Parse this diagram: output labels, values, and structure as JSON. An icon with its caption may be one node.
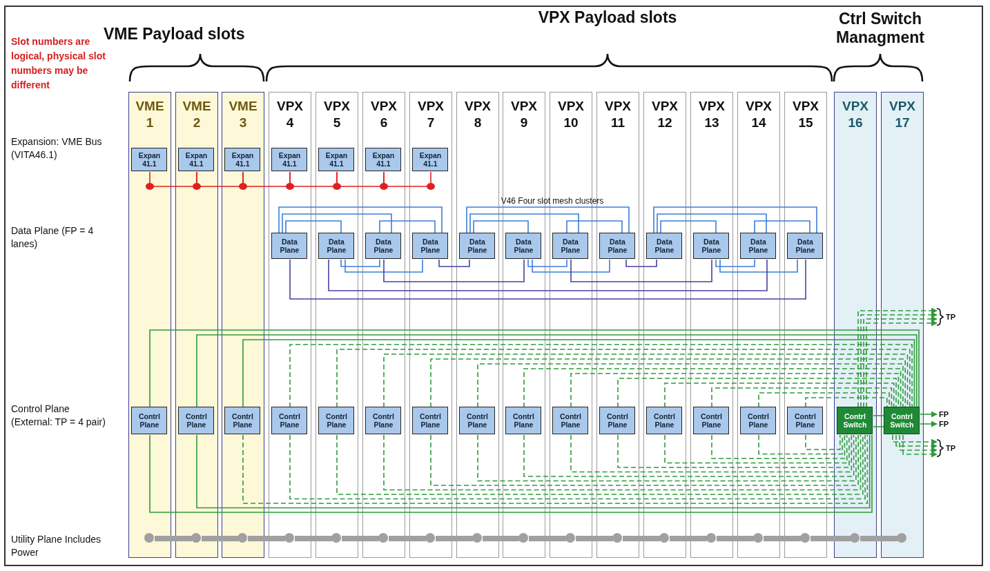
{
  "diagram": {
    "nodes": [
      {
        "text": [
          "VME 1"
        ]
      },
      {
        "text": [
          "VME 2"
        ]
      },
      {
        "text": [
          "VME 3"
        ]
      },
      {
        "text": [
          "VPX 4"
        ]
      },
      {
        "text": [
          "VPX 5"
        ]
      },
      {
        "text": [
          "VPX 6"
        ]
      },
      {
        "text": [
          "VPX 7"
        ]
      },
      {
        "text": [
          "VPX 8"
        ]
      },
      {
        "text": [
          "VPX 9"
        ]
      },
      {
        "text": [
          "VPX 10"
        ]
      },
      {
        "text": [
          "VPX 11"
        ]
      },
      {
        "text": [
          "VPX 12"
        ]
      },
      {
        "text": [
          "VPX 13"
        ]
      },
      {
        "text": [
          "VPX 14"
        ]
      },
      {
        "text": [
          "VPX 15"
        ]
      },
      {
        "text": [
          "VPX 16"
        ]
      },
      {
        "text": [
          "VPX 17"
        ]
      },
      {
        "text": [
          "Expan 41.1"
        ],
        "in": 0
      },
      {
        "text": [
          "Expan 41.1"
        ],
        "in": 1
      },
      {
        "text": [
          "Expan 41.1"
        ],
        "in": 2
      },
      {
        "text": [
          "Expan 41.1"
        ],
        "in": 3
      },
      {
        "text": [
          "Expan 41.1"
        ],
        "in": 4
      },
      {
        "text": [
          "Expan 41.1"
        ],
        "in": 5
      },
      {
        "text": [
          "Expan 41.1"
        ],
        "in": 6
      },
      {
        "text": [
          "Data Plane"
        ],
        "in": 3
      },
      {
        "text": [
          "Data Plane"
        ],
        "in": 4
      },
      {
        "text": [
          "Data Plane"
        ],
        "in": 5
      },
      {
        "text": [
          "Data Plane"
        ],
        "in": 6
      },
      {
        "text": [
          "Data Plane"
        ],
        "in": 7
      },
      {
        "text": [
          "Data Plane"
        ],
        "in": 8
      },
      {
        "text": [
          "Data Plane"
        ],
        "in": 9
      },
      {
        "text": [
          "Data Plane"
        ],
        "in": 10
      },
      {
        "text": [
          "Data Plane"
        ],
        "in": 11
      },
      {
        "text": [
          "Data Plane"
        ],
        "in": 12
      },
      {
        "text": [
          "Data Plane"
        ],
        "in": 13
      },
      {
        "text": [
          "Data Plane"
        ],
        "in": 14
      },
      {
        "text": [
          "Contrl Plane"
        ],
        "in": 0
      },
      {
        "text": [
          "Contrl Plane"
        ],
        "in": 1
      },
      {
        "text": [
          "Contrl Plane"
        ],
        "in": 2
      },
      {
        "text": [
          "Contrl Plane"
        ],
        "in": 3
      },
      {
        "text": [
          "Contrl Plane"
        ],
        "in": 4
      },
      {
        "text": [
          "Contrl Plane"
        ],
        "in": 5
      },
      {
        "text": [
          "Contrl Plane"
        ],
        "in": 6
      },
      {
        "text": [
          "Contrl Plane"
        ],
        "in": 7
      },
      {
        "text": [
          "Contrl Plane"
        ],
        "in": 8
      },
      {
        "text": [
          "Contrl Plane"
        ],
        "in": 9
      },
      {
        "text": [
          "Contrl Plane"
        ],
        "in": 10
      },
      {
        "text": [
          "Contrl Plane"
        ],
        "in": 11
      },
      {
        "text": [
          "Contrl Plane"
        ],
        "in": 12
      },
      {
        "text": [
          "Contrl Plane"
        ],
        "in": 13
      },
      {
        "text": [
          "Contrl Plane"
        ],
        "in": 14
      },
      {
        "text": [
          "Contrl Switch"
        ],
        "in": 15
      },
      {
        "text": [
          "Contrl Switch"
        ],
        "in": 16
      },
      {
        "text": [],
        "shape": "circle",
        "in": 0
      },
      {
        "text": [],
        "shape": "circle",
        "in": 1
      },
      {
        "text": [],
        "shape": "circle",
        "in": 2
      },
      {
        "text": [],
        "shape": "circle",
        "in": 3
      },
      {
        "text": [],
        "shape": "circle",
        "in": 4
      },
      {
        "text": [],
        "shape": "circle",
        "in": 5
      },
      {
        "text": [],
        "shape": "circle",
        "in": 6
      },
      {
        "text": [],
        "shape": "circle",
        "in": 7
      },
      {
        "text": [],
        "shape": "circle",
        "in": 8
      },
      {
        "text": [],
        "shape": "circle",
        "in": 9
      },
      {
        "text": [],
        "shape": "circle",
        "in": 10
      },
      {
        "text": [],
        "shape": "circle",
        "in": 11
      },
      {
        "text": [],
        "shape": "circle",
        "in": 12
      },
      {
        "text": [],
        "shape": "circle",
        "in": 13
      },
      {
        "text": [],
        "shape": "circle",
        "in": 14
      },
      {
        "text": [],
        "shape": "circle",
        "in": 15
      },
      {
        "text": [],
        "shape": "circle",
        "in": 16
      },
      {
        "text": [
          "TP"
        ]
      },
      {
        "text": [
          "FP"
        ]
      },
      {
        "text": [
          "FP"
        ]
      },
      {
        "text": [
          "TP"
        ]
      }
    ],
    "edges": [
      {
        "from": 17,
        "to": 18,
        "arrow": "none",
        "color": "#e02020"
      },
      {
        "from": 18,
        "to": 19,
        "arrow": "none",
        "color": "#e02020"
      },
      {
        "from": 19,
        "to": 20,
        "arrow": "none",
        "color": "#e02020"
      },
      {
        "from": 20,
        "to": 21,
        "arrow": "none",
        "color": "#e02020"
      },
      {
        "from": 21,
        "to": 22,
        "arrow": "none",
        "color": "#e02020"
      },
      {
        "from": 22,
        "to": 23,
        "arrow": "none",
        "color": "#e02020"
      },
      {
        "from": 24,
        "to": 27,
        "arrow": "none",
        "color": "#3b7dd8"
      },
      {
        "from": 24,
        "to": 26,
        "arrow": "none",
        "color": "#3b7dd8"
      },
      {
        "from": 24,
        "to": 25,
        "arrow": "none",
        "color": "#3b7dd8"
      },
      {
        "from": 26,
        "to": 27,
        "arrow": "none",
        "color": "#3b7dd8"
      },
      {
        "from": 25,
        "to": 26,
        "arrow": "none",
        "color": "#3b7dd8"
      },
      {
        "from": 25,
        "to": 27,
        "arrow": "none",
        "color": "#3b7dd8"
      },
      {
        "from": 28,
        "to": 31,
        "arrow": "none",
        "color": "#3b7dd8"
      },
      {
        "from": 28,
        "to": 30,
        "arrow": "none",
        "color": "#3b7dd8"
      },
      {
        "from": 28,
        "to": 29,
        "arrow": "none",
        "color": "#3b7dd8"
      },
      {
        "from": 30,
        "to": 31,
        "arrow": "none",
        "color": "#3b7dd8"
      },
      {
        "from": 29,
        "to": 30,
        "arrow": "none",
        "color": "#3b7dd8"
      },
      {
        "from": 29,
        "to": 31,
        "arrow": "none",
        "color": "#3b7dd8"
      },
      {
        "from": 32,
        "to": 35,
        "arrow": "none",
        "color": "#3b7dd8"
      },
      {
        "from": 32,
        "to": 34,
        "arrow": "none",
        "color": "#3b7dd8"
      },
      {
        "from": 32,
        "to": 33,
        "arrow": "none",
        "color": "#3b7dd8"
      },
      {
        "from": 34,
        "to": 35,
        "arrow": "none",
        "color": "#3b7dd8"
      },
      {
        "from": 33,
        "to": 34,
        "arrow": "none",
        "color": "#3b7dd8"
      },
      {
        "from": 33,
        "to": 35,
        "arrow": "none",
        "color": "#3b7dd8"
      },
      {
        "from": 27,
        "to": 28,
        "arrow": "none",
        "color": "#4b3fa0"
      },
      {
        "from": 31,
        "to": 32,
        "arrow": "none",
        "color": "#4b3fa0"
      },
      {
        "from": 26,
        "to": 29,
        "arrow": "none",
        "color": "#4b3fa0"
      },
      {
        "from": 30,
        "to": 33,
        "arrow": "none",
        "color": "#4b3fa0"
      },
      {
        "from": 25,
        "to": 34,
        "arrow": "none",
        "color": "#4b3fa0"
      },
      {
        "from": 24,
        "to": 35,
        "arrow": "none",
        "color": "#4b3fa0"
      },
      {
        "from": 36,
        "to": 52,
        "arrow": "none"
      },
      {
        "from": 36,
        "to": 51,
        "arrow": "none"
      },
      {
        "from": 37,
        "to": 52,
        "arrow": "none"
      },
      {
        "from": 37,
        "to": 51,
        "arrow": "none"
      },
      {
        "from": 38,
        "to": 52,
        "arrow": "none"
      },
      {
        "from": 38,
        "to": 51,
        "arrow": "none",
        "style": "dashed"
      },
      {
        "from": 39,
        "to": 52,
        "arrow": "none",
        "style": "dashed"
      },
      {
        "from": 39,
        "to": 51,
        "arrow": "none",
        "style": "dashed"
      },
      {
        "from": 40,
        "to": 52,
        "arrow": "none",
        "style": "dashed"
      },
      {
        "from": 40,
        "to": 51,
        "arrow": "none",
        "style": "dashed"
      },
      {
        "from": 41,
        "to": 52,
        "arrow": "none",
        "style": "dashed"
      },
      {
        "from": 41,
        "to": 51,
        "arrow": "none",
        "style": "dashed"
      },
      {
        "from": 42,
        "to": 52,
        "arrow": "none",
        "style": "dashed"
      },
      {
        "from": 42,
        "to": 51,
        "arrow": "none",
        "style": "dashed"
      },
      {
        "from": 43,
        "to": 52,
        "arrow": "none",
        "style": "dashed"
      },
      {
        "from": 43,
        "to": 51,
        "arrow": "none",
        "style": "dashed"
      },
      {
        "from": 44,
        "to": 52,
        "arrow": "none",
        "style": "dashed"
      },
      {
        "from": 44,
        "to": 51,
        "arrow": "none",
        "style": "dashed"
      },
      {
        "from": 45,
        "to": 52,
        "arrow": "none",
        "style": "dashed"
      },
      {
        "from": 45,
        "to": 51,
        "arrow": "none",
        "style": "dashed"
      },
      {
        "from": 46,
        "to": 52,
        "arrow": "none",
        "style": "dashed"
      },
      {
        "from": 46,
        "to": 51,
        "arrow": "none",
        "style": "dashed"
      },
      {
        "from": 47,
        "to": 52,
        "arrow": "none",
        "style": "dashed"
      },
      {
        "from": 47,
        "to": 51,
        "arrow": "none",
        "style": "dashed"
      },
      {
        "from": 48,
        "to": 52,
        "arrow": "none",
        "style": "dashed"
      },
      {
        "from": 48,
        "to": 51,
        "arrow": "none",
        "style": "dashed"
      },
      {
        "from": 49,
        "to": 52,
        "arrow": "none",
        "style": "dashed"
      },
      {
        "from": 49,
        "to": 51,
        "arrow": "none",
        "style": "dashed"
      },
      {
        "from": 50,
        "to": 52,
        "arrow": "none",
        "style": "dashed"
      },
      {
        "from": 50,
        "to": 51,
        "arrow": "none",
        "style": "dashed"
      },
      {
        "from": 51,
        "to": 52,
        "arrow": "none"
      },
      {
        "from": 51,
        "to": 52,
        "arrow": "none"
      },
      {
        "from": 51,
        "to": 70,
        "arrow": "to",
        "style": "dashed"
      },
      {
        "from": 51,
        "to": 70,
        "arrow": "to",
        "style": "dashed"
      },
      {
        "from": 51,
        "to": 70,
        "arrow": "to",
        "style": "dashed"
      },
      {
        "from": 51,
        "to": 70,
        "arrow": "to",
        "style": "dashed"
      },
      {
        "from": 52,
        "to": 71,
        "arrow": "to"
      },
      {
        "from": 52,
        "to": 72,
        "arrow": "to"
      },
      {
        "from": 52,
        "to": 73,
        "arrow": "to",
        "style": "dashed"
      },
      {
        "from": 52,
        "to": 73,
        "arrow": "to",
        "style": "dashed"
      },
      {
        "from": 52,
        "to": 73,
        "arrow": "to",
        "style": "dashed"
      },
      {
        "from": 52,
        "to": 73,
        "arrow": "to",
        "style": "dashed"
      },
      {
        "from": 53,
        "to": 54,
        "arrow": "none",
        "style": "thick",
        "color": "#a0a0a0"
      },
      {
        "from": 54,
        "to": 55,
        "arrow": "none",
        "style": "thick",
        "color": "#a0a0a0"
      },
      {
        "from": 55,
        "to": 56,
        "arrow": "none",
        "style": "thick",
        "color": "#a0a0a0"
      },
      {
        "from": 56,
        "to": 57,
        "arrow": "none",
        "style": "thick",
        "color": "#a0a0a0"
      },
      {
        "from": 57,
        "to": 58,
        "arrow": "none",
        "style": "thick",
        "color": "#a0a0a0"
      },
      {
        "from": 58,
        "to": 59,
        "arrow": "none",
        "style": "thick",
        "color": "#a0a0a0"
      },
      {
        "from": 59,
        "to": 60,
        "arrow": "none",
        "style": "thick",
        "color": "#a0a0a0"
      },
      {
        "from": 60,
        "to": 61,
        "arrow": "none",
        "style": "thick",
        "color": "#a0a0a0"
      },
      {
        "from": 61,
        "to": 62,
        "arrow": "none",
        "style": "thick",
        "color": "#a0a0a0"
      },
      {
        "from": 62,
        "to": 63,
        "arrow": "none",
        "style": "thick",
        "color": "#a0a0a0"
      },
      {
        "from": 63,
        "to": 64,
        "arrow": "none",
        "style": "thick",
        "color": "#a0a0a0"
      },
      {
        "from": 64,
        "to": 65,
        "arrow": "none",
        "style": "thick",
        "color": "#a0a0a0"
      },
      {
        "from": 65,
        "to": 66,
        "arrow": "none",
        "style": "thick",
        "color": "#a0a0a0"
      },
      {
        "from": 66,
        "to": 67,
        "arrow": "none",
        "style": "thick",
        "color": "#a0a0a0"
      },
      {
        "from": 67,
        "to": 68,
        "arrow": "none",
        "style": "thick",
        "color": "#a0a0a0"
      },
      {
        "from": 68,
        "to": 69,
        "arrow": "none",
        "style": "thick",
        "color": "#a0a0a0"
      }
    ],
    "labels": [
      "Slot numbers are logical, physical slot numbers may be different",
      "VME Payload slots",
      "VPX Payload slots",
      "Ctrl Switch Managment",
      "Expansion: VME Bus (VITA46.1)",
      "V46 Four slot mesh clusters",
      "Data Plane (FP = 4 lanes)",
      "Control Plane (External: TP = 4 pair)",
      "Utility Plane Includes Power"
    ]
  }
}
